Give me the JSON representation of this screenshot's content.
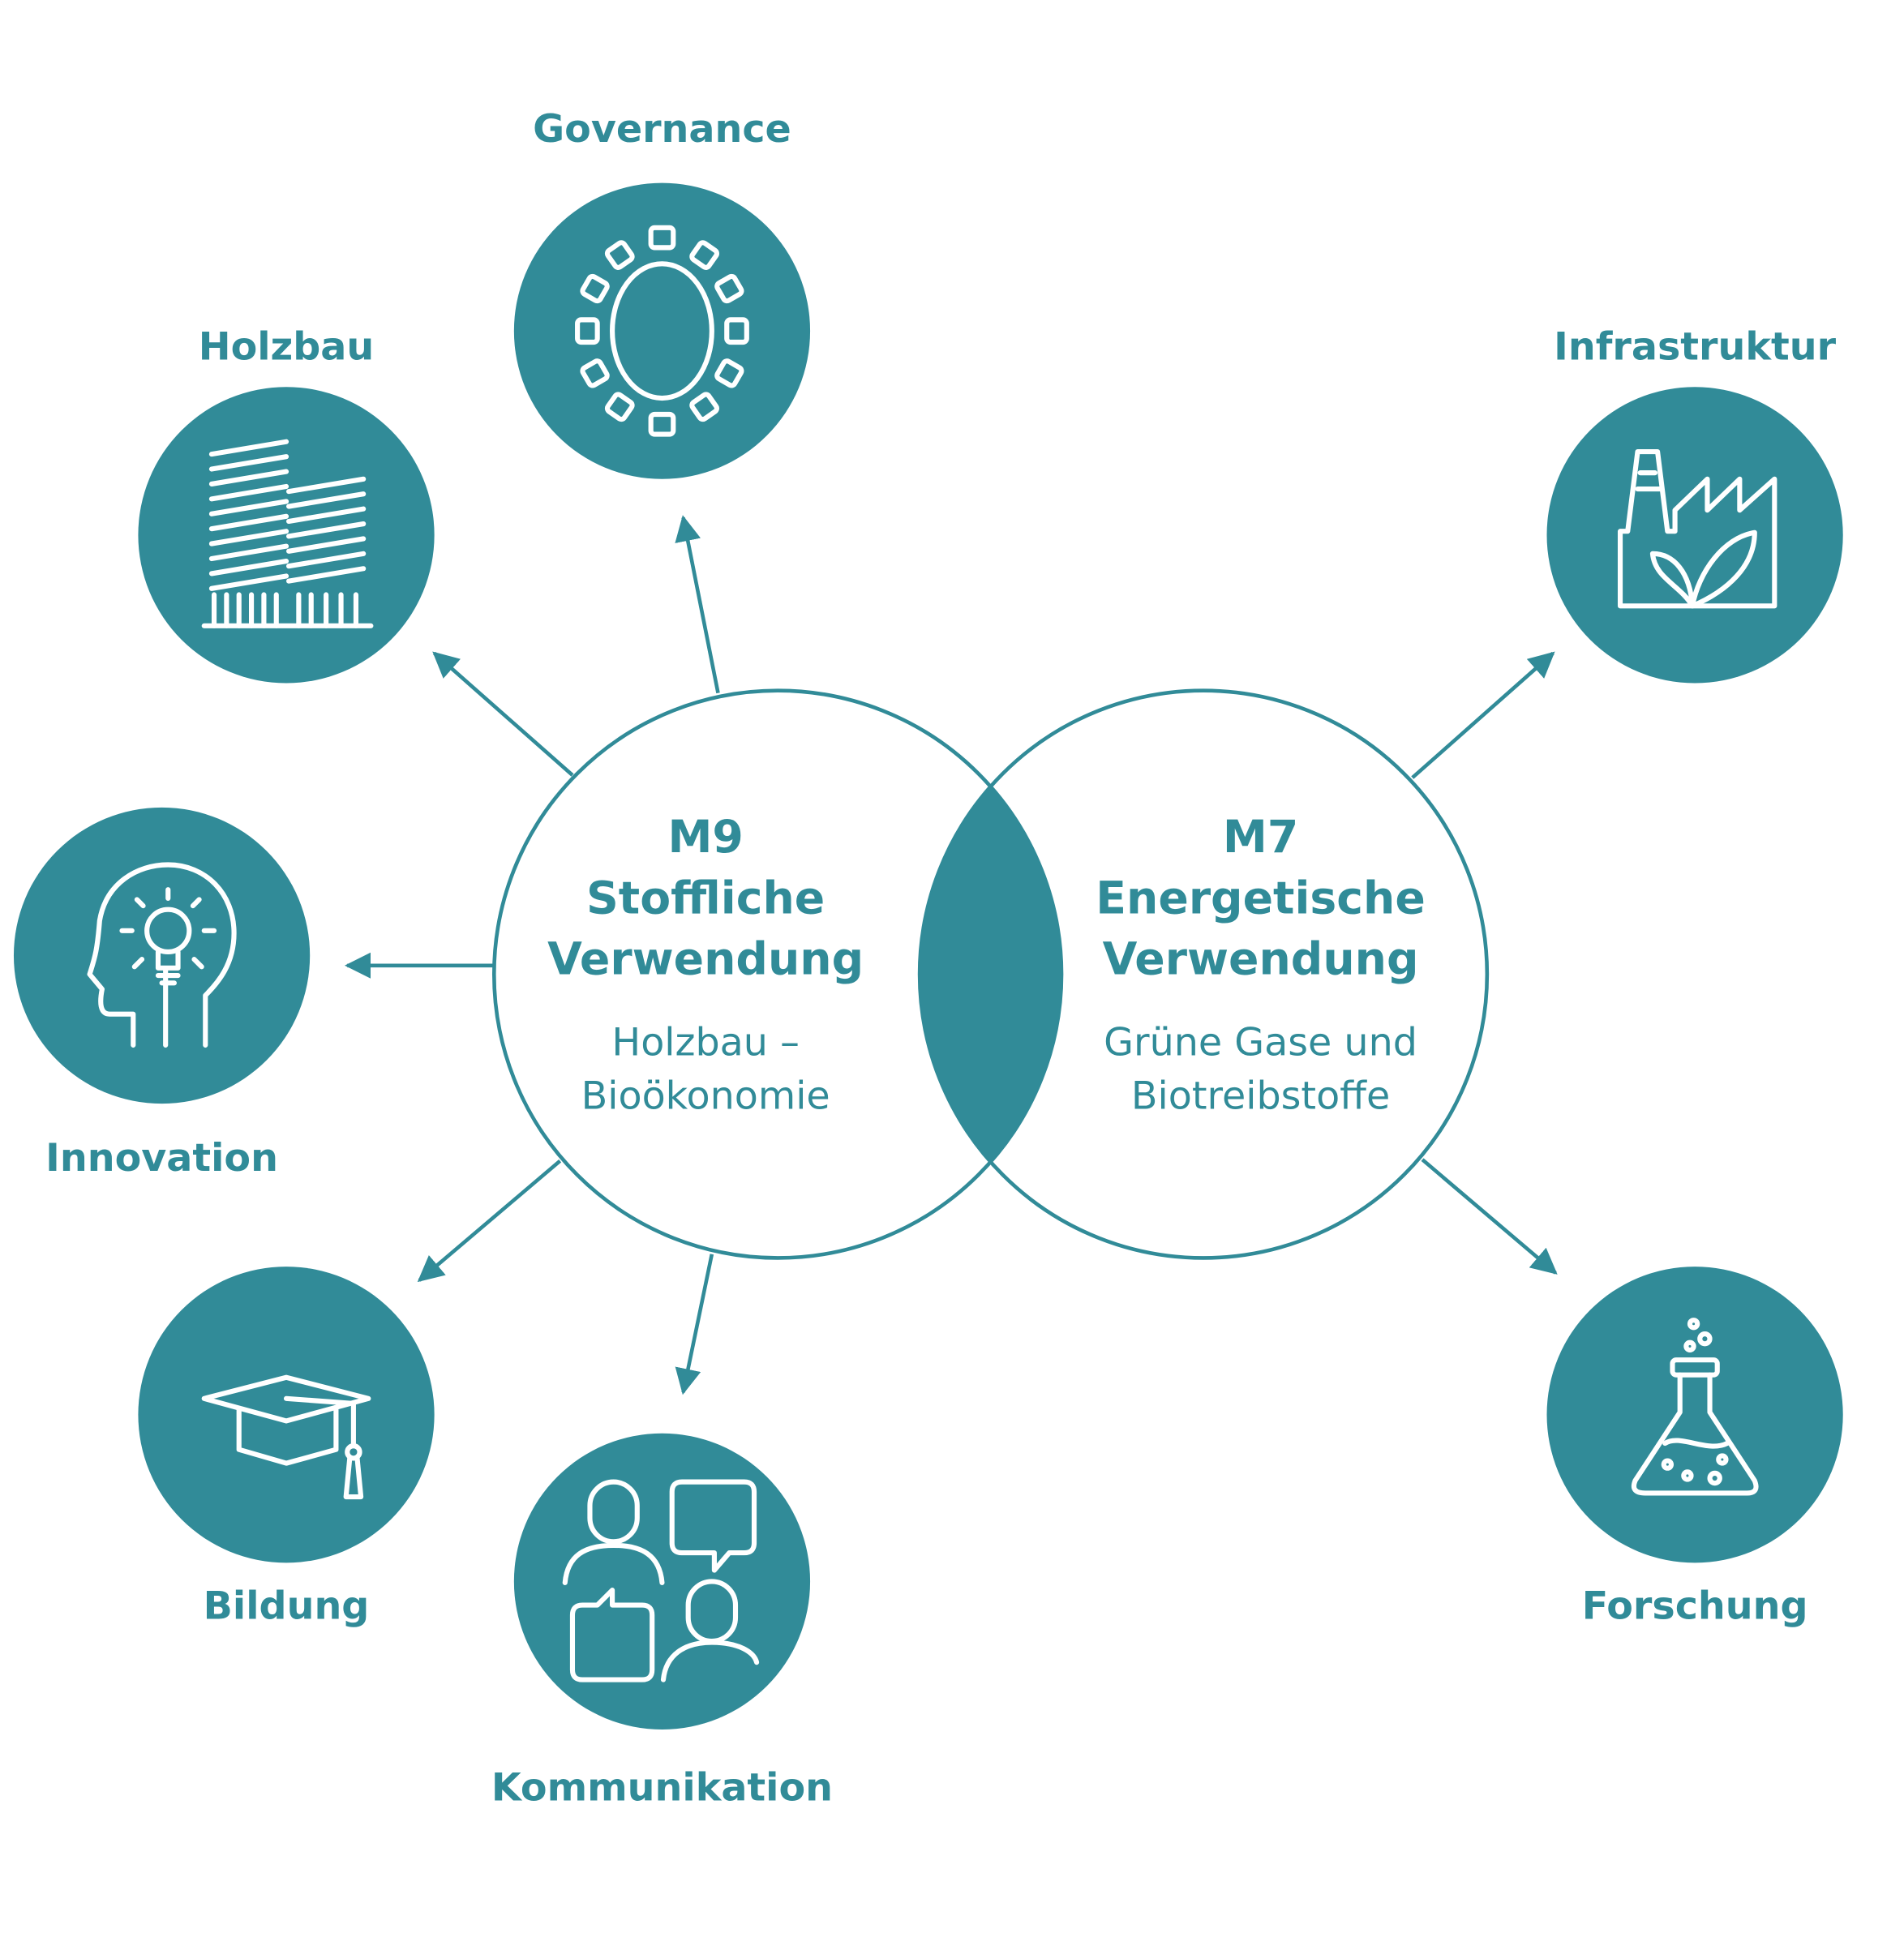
{
  "colors": {
    "accent": "#318b98",
    "background": "#ffffff"
  },
  "center": {
    "left": {
      "code": "M9",
      "title_line1": "Stoffliche",
      "title_line2": "Verwendung",
      "sub_line1": "Holzbau –",
      "sub_line2": "Bioökonomie"
    },
    "right": {
      "code": "M7",
      "title_line1": "Energetische",
      "title_line2": "Verwendung",
      "sub_line1": "Grüne Gase und",
      "sub_line2": "Biotreibstoffe"
    }
  },
  "nodes": {
    "governance": {
      "label": "Governance",
      "icon": "round-table-icon"
    },
    "holzbau": {
      "label": "Holzbau",
      "icon": "buildings-icon"
    },
    "infrastruktur": {
      "label": "Infrastruktur",
      "icon": "factory-leaf-icon"
    },
    "innovation": {
      "label": "Innovation",
      "icon": "head-lightbulb-icon"
    },
    "bildung": {
      "label": "Bildung",
      "icon": "graduation-cap-icon"
    },
    "kommunikation": {
      "label": "Kommunikation",
      "icon": "people-chat-icon"
    },
    "forschung": {
      "label": "Forschung",
      "icon": "flask-icon"
    }
  }
}
